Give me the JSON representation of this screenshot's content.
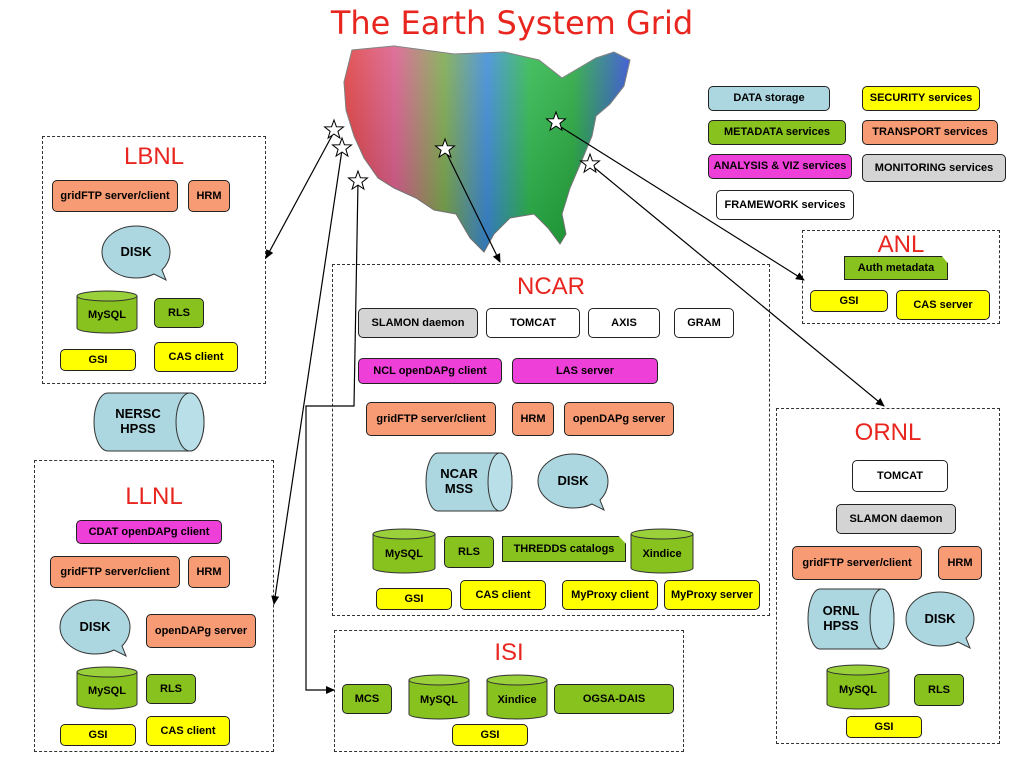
{
  "title": "The Earth System Grid",
  "legend": {
    "data_storage": "DATA storage",
    "security": "SECURITY services",
    "metadata": "METADATA services",
    "transport": "TRANSPORT services",
    "analysis": "ANALYSIS & VIZ services",
    "monitoring": "MONITORING services",
    "framework": "FRAMEWORK services"
  },
  "lbnl": {
    "title": "LBNL",
    "gridftp": "gridFTP server/client",
    "hrm": "HRM",
    "disk": "DISK",
    "mysql": "MySQL",
    "rls": "RLS",
    "gsi": "GSI",
    "cas_client": "CAS client"
  },
  "nersc": {
    "label_line1": "NERSC",
    "label_line2": "HPSS"
  },
  "llnl": {
    "title": "LLNL",
    "cdat": "CDAT openDAPg client",
    "gridftp": "gridFTP server/client",
    "hrm": "HRM",
    "disk": "DISK",
    "opendap": "openDAPg server",
    "mysql": "MySQL",
    "rls": "RLS",
    "gsi": "GSI",
    "cas_client": "CAS client"
  },
  "ncar": {
    "title": "NCAR",
    "slamon": "SLAMON daemon",
    "tomcat": "TOMCAT",
    "axis": "AXIS",
    "gram": "GRAM",
    "ncl": "NCL openDAPg client",
    "las": "LAS server",
    "gridftp": "gridFTP server/client",
    "hrm": "HRM",
    "opendap": "openDAPg server",
    "mss_line1": "NCAR",
    "mss_line2": "MSS",
    "disk": "DISK",
    "mysql": "MySQL",
    "rls": "RLS",
    "thredds": "THREDDS catalogs",
    "xindice": "Xindice",
    "gsi": "GSI",
    "cas_client": "CAS client",
    "myproxy_client": "MyProxy client",
    "myproxy_server": "MyProxy server"
  },
  "isi": {
    "title": "ISI",
    "mcs": "MCS",
    "mysql": "MySQL",
    "xindice": "Xindice",
    "ogsa": "OGSA-DAIS",
    "gsi": "GSI"
  },
  "anl": {
    "title": "ANL",
    "auth_metadata": "Auth metadata",
    "gsi": "GSI",
    "cas_server": "CAS server"
  },
  "ornl": {
    "title": "ORNL",
    "tomcat": "TOMCAT",
    "slamon": "SLAMON daemon",
    "gridftp": "gridFTP server/client",
    "hrm": "HRM",
    "hpss_line1": "ORNL",
    "hpss_line2": "HPSS",
    "disk": "DISK",
    "mysql": "MySQL",
    "rls": "RLS",
    "gsi": "GSI"
  },
  "colors": {
    "title_red": "#e8261f",
    "storage": "#acd7e0",
    "security": "#ffff00",
    "metadata": "#88c21e",
    "transport": "#f79b74",
    "analysis": "#ee3fd8",
    "monitoring": "#d4d4d4",
    "framework": "#ffffff"
  },
  "icons": [
    "star-icon",
    "arrow-icon",
    "disk-icon",
    "cylinder-icon",
    "usa-map-icon"
  ]
}
